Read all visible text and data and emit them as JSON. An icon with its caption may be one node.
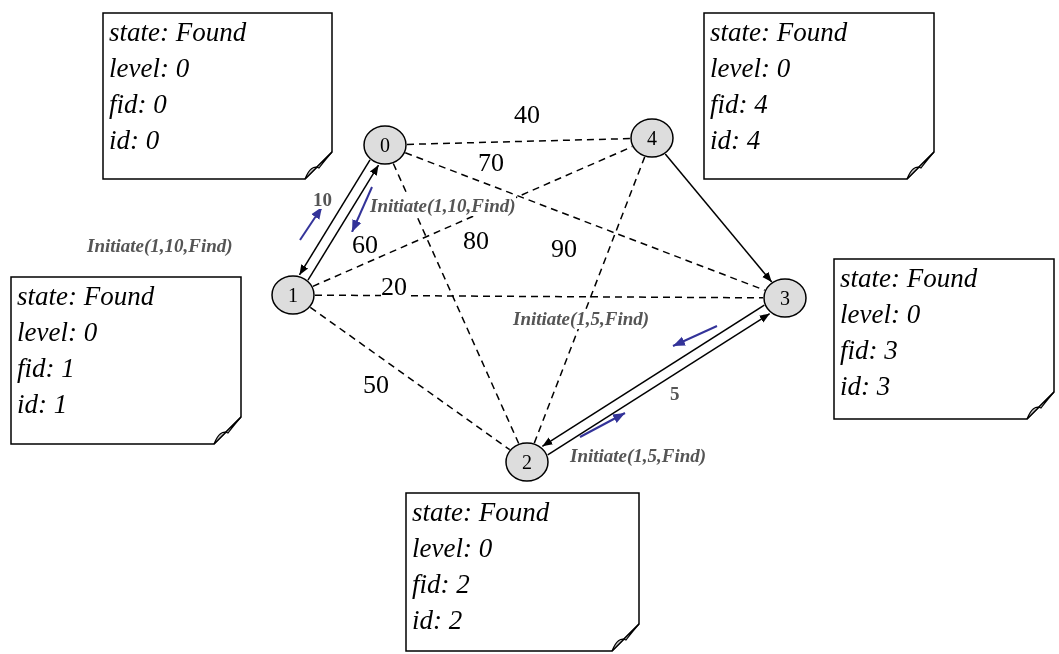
{
  "diagram": {
    "nodes": [
      {
        "text": [
          "0"
        ]
      },
      {
        "text": [
          "1"
        ]
      },
      {
        "text": [
          "2"
        ]
      },
      {
        "text": [
          "3"
        ]
      },
      {
        "text": [
          "4"
        ]
      },
      {
        "text": [
          "state: Found",
          "level: 0",
          "fid: 0",
          "id: 0"
        ]
      },
      {
        "text": [
          "state: Found",
          "level: 0",
          "fid: 4",
          "id: 4"
        ]
      },
      {
        "text": [
          "state: Found",
          "level: 0",
          "fid: 1",
          "id: 1"
        ]
      },
      {
        "text": [
          "state: Found",
          "level: 0",
          "fid: 3",
          "id: 3"
        ]
      },
      {
        "text": [
          "state: Found",
          "level: 0",
          "fid: 2",
          "id: 2"
        ]
      }
    ],
    "edges": [
      {
        "from": 1,
        "to": 0,
        "arrow": "to",
        "label": "10"
      },
      {
        "from": 0,
        "to": 1,
        "arrow": "to"
      },
      {
        "from": 4,
        "to": 3,
        "arrow": "to"
      },
      {
        "from": 2,
        "to": 3,
        "arrow": "to",
        "label": "5"
      },
      {
        "from": 3,
        "to": 2,
        "arrow": "to"
      },
      {
        "from": 0,
        "to": 4,
        "arrow": "none",
        "style": "dashed",
        "label": "40"
      },
      {
        "from": 0,
        "to": 3,
        "arrow": "none",
        "style": "dashed",
        "label": "70"
      },
      {
        "from": 1,
        "to": 4,
        "arrow": "none",
        "style": "dashed",
        "label": "60"
      },
      {
        "from": 0,
        "to": 2,
        "arrow": "none",
        "style": "dashed",
        "label": "80"
      },
      {
        "from": 2,
        "to": 4,
        "arrow": "none",
        "style": "dashed",
        "label": "90"
      },
      {
        "from": 1,
        "to": 3,
        "arrow": "none",
        "style": "dashed",
        "label": "20"
      },
      {
        "from": 1,
        "to": 2,
        "arrow": "none",
        "style": "dashed",
        "label": "50"
      }
    ],
    "labels": [
      "Initiate(1,10,Find)",
      "Initiate(1,10,Find)",
      "Initiate(1,5,Find)",
      "Initiate(1,5,Find)"
    ]
  }
}
